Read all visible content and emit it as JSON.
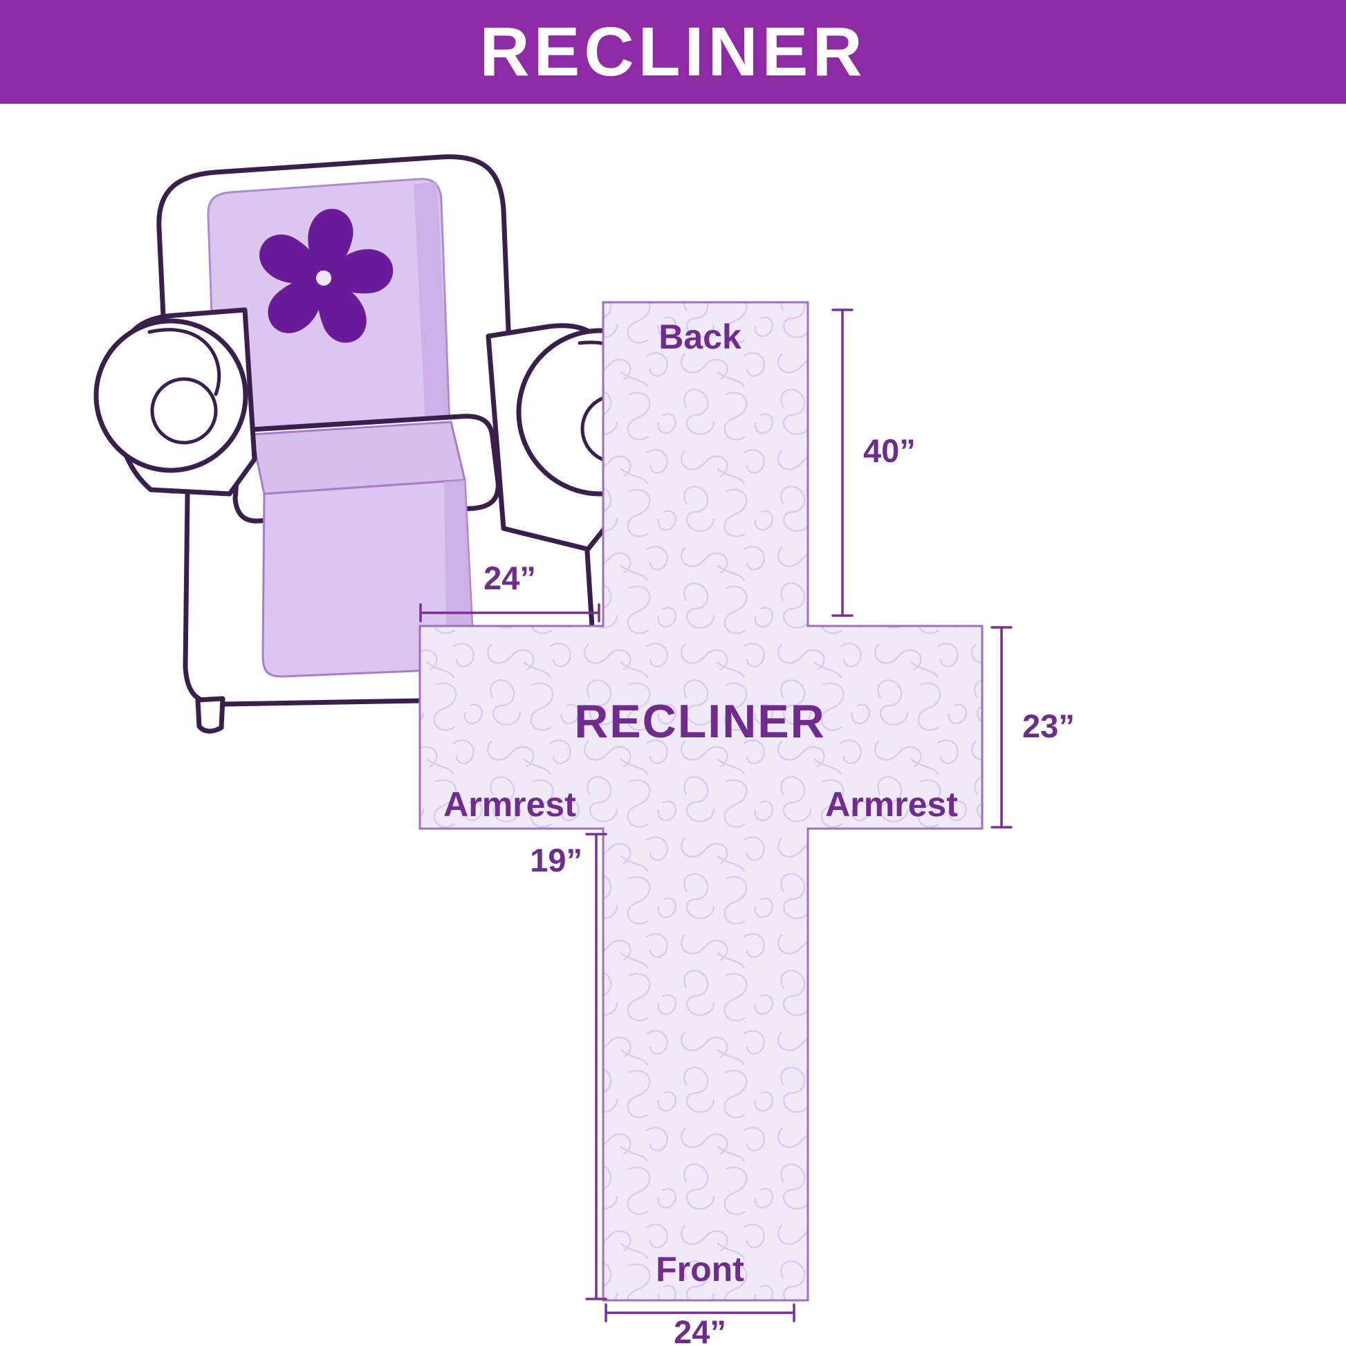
{
  "header": {
    "title": "RECLINER"
  },
  "diagram": {
    "center_label": "RECLINER",
    "back_label": "Back",
    "front_label": "Front",
    "armrest_left_label": "Armrest",
    "armrest_right_label": "Armrest",
    "dim_back_height": "40”",
    "dim_top_width": "24”",
    "dim_armrest_height": "23”",
    "dim_front_height": "19”",
    "dim_front_width": "24”"
  },
  "chair": {
    "logo": "pinwheel"
  },
  "colors": {
    "header_bg": "#8E2AA6",
    "header_text": "#FFFFFF",
    "label_purple": "#702B8E",
    "dim_line_purple": "#7B2F96",
    "cross_fill": "#F0E9F8",
    "cross_outline": "#A06CC4",
    "quilt_pattern_line": "#DCCBEE",
    "chair_outline": "#3A1F4E",
    "chair_cover_light": "#DCC6EF",
    "chair_cover_shade": "#C9ABE3",
    "logo_purple": "#6A1B9A"
  }
}
